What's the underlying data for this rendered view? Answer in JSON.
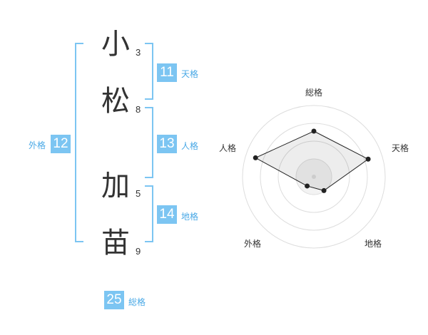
{
  "name": {
    "chars": [
      {
        "char": "小",
        "strokes": "3"
      },
      {
        "char": "松",
        "strokes": "8"
      },
      {
        "char": "加",
        "strokes": "5"
      },
      {
        "char": "苗",
        "strokes": "9"
      }
    ]
  },
  "fortunes": {
    "tenkaku": {
      "value": "11",
      "label": "天格"
    },
    "jinkaku": {
      "value": "13",
      "label": "人格"
    },
    "chikaku": {
      "value": "14",
      "label": "地格"
    },
    "gaikaku": {
      "value": "12",
      "label": "外格"
    },
    "soukaku": {
      "value": "25",
      "label": "総格"
    }
  },
  "colors": {
    "accent": "#7cc5f2",
    "label_text": "#4aa9e6",
    "main_text": "#333333"
  },
  "chart_data": {
    "type": "radar",
    "axes": [
      "総格",
      "天格",
      "地格",
      "外格",
      "人格"
    ],
    "values": [
      3.2,
      4.0,
      1.2,
      0.8,
      4.3
    ],
    "max": 5,
    "rings": 4
  }
}
